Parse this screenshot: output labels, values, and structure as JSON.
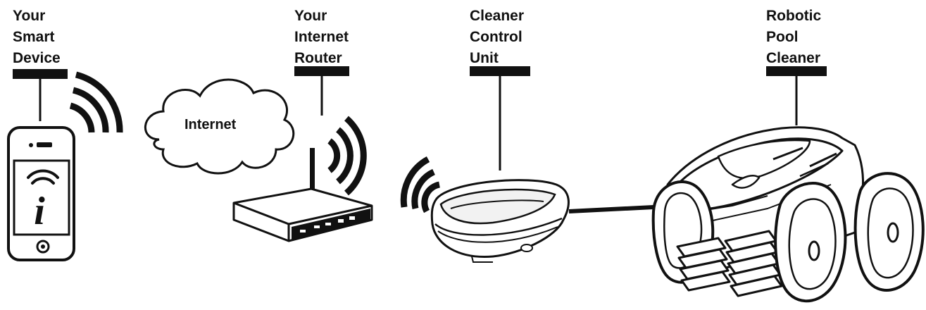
{
  "labels": {
    "smart_device": [
      "Your",
      "Smart",
      "Device"
    ],
    "router": [
      "Your",
      "Internet",
      "Router"
    ],
    "control_unit": [
      "Cleaner",
      "Control",
      "Unit"
    ],
    "pool_cleaner": [
      "Robotic",
      "Pool",
      "Cleaner"
    ]
  },
  "cloud_label": "Internet",
  "phone_logo": "i",
  "colors": {
    "ink": "#111111",
    "paper": "#ffffff",
    "shade": "#cfcfcf"
  }
}
